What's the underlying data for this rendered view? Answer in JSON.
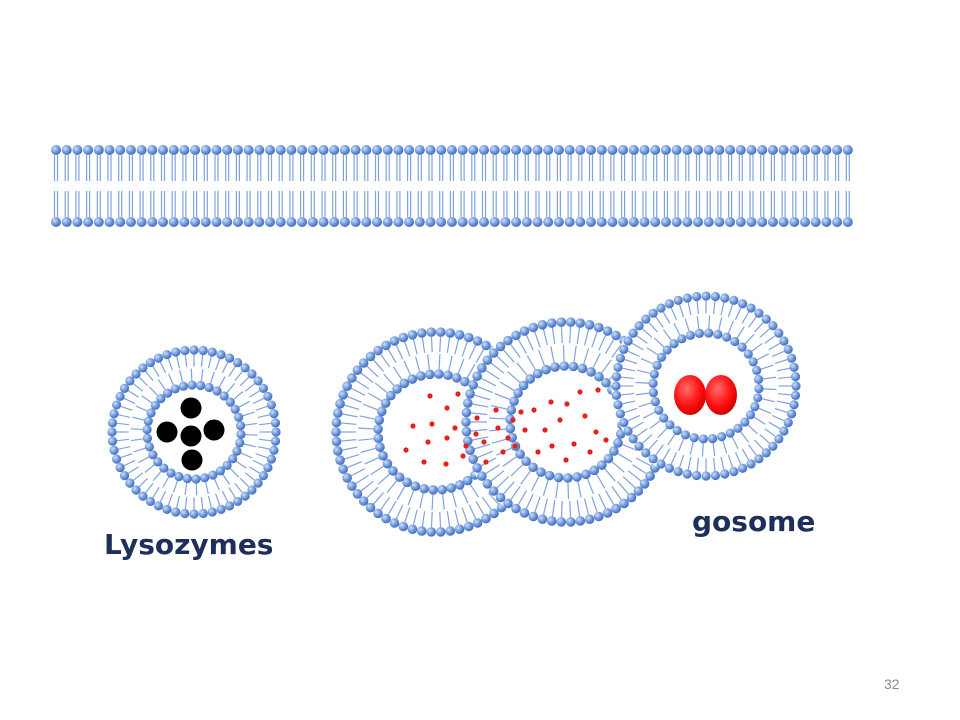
{
  "labels": {
    "lysozymes": "Lysozymes",
    "phagosome_partial": "gosome"
  },
  "slide_number": "32",
  "colors": {
    "lipid_head": "#4f7fcf",
    "lipid_head_light": "#a9c5f0",
    "lipid_tail": "#7ea3dd",
    "vesicle_interior": "#ffffff",
    "lysozyme_dot": "#000000",
    "dissolved_particle": "#e8201e",
    "bacterium": "#ff0a0a",
    "label_text": "#1f2f5c"
  },
  "icons": [
    "cell-membrane",
    "lysosome",
    "phagolysosome",
    "phagosome",
    "bacterium"
  ]
}
